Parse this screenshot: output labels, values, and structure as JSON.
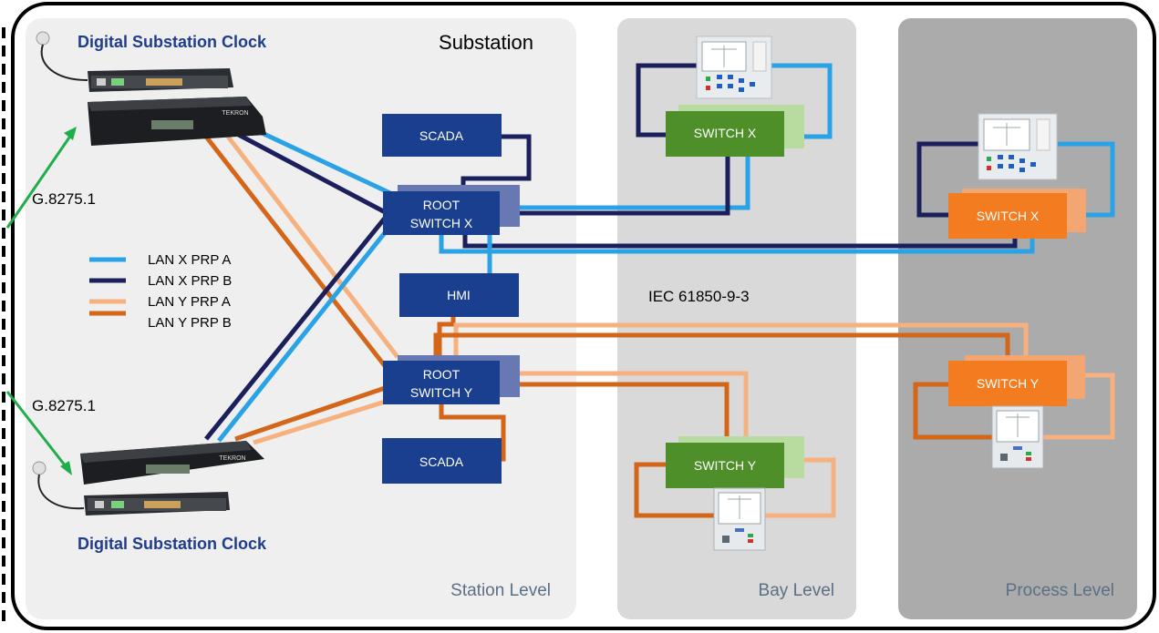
{
  "zones": {
    "substation": "Substation",
    "station_level": "Station Level",
    "bay_level": "Bay Level",
    "process_level": "Process Level"
  },
  "clocks": {
    "top_label": "Digital Substation Clock",
    "bottom_label": "Digital Substation Clock",
    "brand": "TEKRON"
  },
  "protocols": {
    "g8275_top": "G.8275.1",
    "g8275_bottom": "G.8275.1",
    "iec": "IEC 61850-9-3"
  },
  "legend": [
    {
      "label": "LAN X PRP A",
      "color": "#29a3e6"
    },
    {
      "label": "LAN X PRP B",
      "color": "#1b1f5c"
    },
    {
      "label": "LAN Y PRP A",
      "color": "#f6b17e"
    },
    {
      "label": "LAN Y PRP B",
      "color": "#d4661a"
    }
  ],
  "station_boxes": {
    "scada_top": "SCADA",
    "root_x_line1": "ROOT",
    "root_x_line2": "SWITCH X",
    "hmi": "HMI",
    "root_y_line1": "ROOT",
    "root_y_line2": "SWITCH Y",
    "scada_bottom": "SCADA"
  },
  "bay_switches": {
    "x": "SWITCH X",
    "y": "SWITCH Y"
  },
  "process_switches": {
    "x": "SWITCH X",
    "y": "SWITCH Y"
  },
  "colors": {
    "station_box": "#1a3f8f",
    "green_switch": "#4e8f2a",
    "orange_switch": "#f47c20",
    "clock_label": "#1f3d8a",
    "level_label": "#5b6f86"
  }
}
